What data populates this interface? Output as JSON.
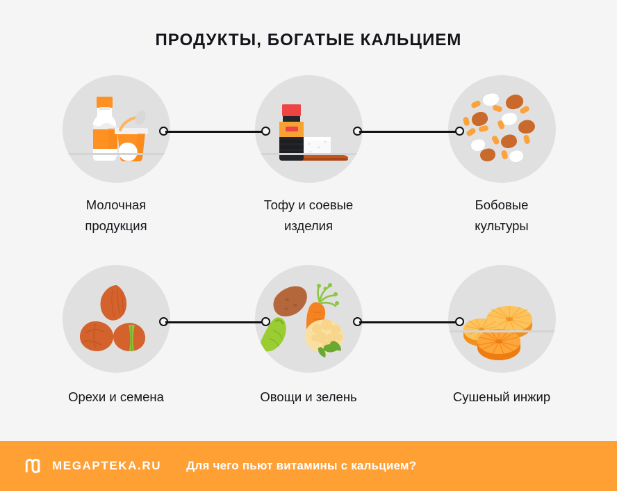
{
  "page": {
    "background_color": "#f5f5f5",
    "title": "ПРОДУКТЫ, БОГАТЫЕ КАЛЬЦИЕМ"
  },
  "items": [
    {
      "icon_name": "dairy-products-icon",
      "label_line1": "Молочная",
      "label_line2": "продукция"
    },
    {
      "icon_name": "tofu-and-soy-icon",
      "label_line1": "Тофу и соевые",
      "label_line2": "изделия"
    },
    {
      "icon_name": "legumes-beans-icon",
      "label_line1": "Бобовые",
      "label_line2": "культуры"
    },
    {
      "icon_name": "nuts-and-seeds-icon",
      "label_line1": "Орехи и семена",
      "label_line2": ""
    },
    {
      "icon_name": "vegetables-and-greens-icon",
      "label_line1": "Овощи и зелень",
      "label_line2": ""
    },
    {
      "icon_name": "dried-figs-icon",
      "label_line1": "Сушеный инжир",
      "label_line2": ""
    }
  ],
  "footer": {
    "logo_icon": "megapteka-m-logo-icon",
    "brand": "MEGAPTEKA.RU",
    "tagline": "Для чего пьют витамины с кальцием?",
    "background_color": "#ffa035",
    "text_color": "#ffffff"
  },
  "colors": {
    "circle_fill": "#e0e0e0",
    "connector": "#111111",
    "accent_orange": "#ff9022",
    "title_color": "#14141a"
  }
}
